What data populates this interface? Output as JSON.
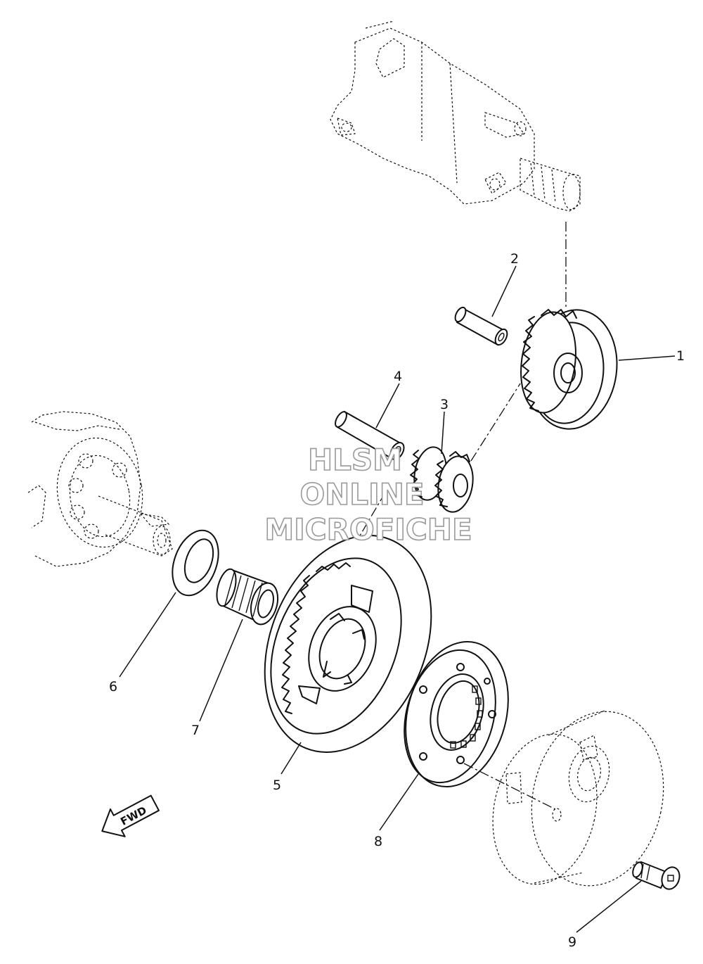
{
  "diagram": {
    "callouts": [
      {
        "id": "1",
        "label": "1"
      },
      {
        "id": "2",
        "label": "2"
      },
      {
        "id": "3",
        "label": "3"
      },
      {
        "id": "4",
        "label": "4"
      },
      {
        "id": "5",
        "label": "5"
      },
      {
        "id": "6",
        "label": "6"
      },
      {
        "id": "7",
        "label": "7"
      },
      {
        "id": "8",
        "label": "8"
      },
      {
        "id": "9",
        "label": "9"
      }
    ],
    "direction_arrow": "FWD",
    "watermark": [
      "HLSM",
      "ONLINE",
      "MICROFICHE"
    ]
  }
}
